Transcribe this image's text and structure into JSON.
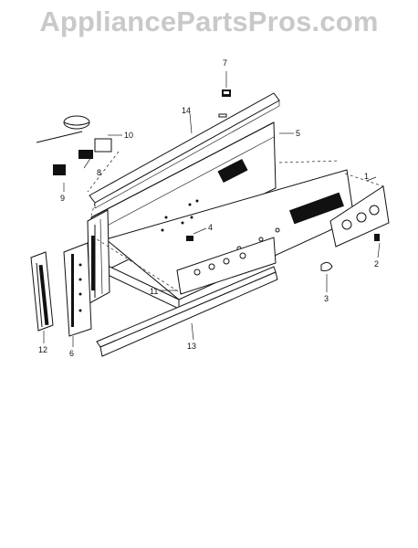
{
  "watermark": "AppliancePartsPros.com",
  "callouts": {
    "c1": "1",
    "c2": "2",
    "c3": "3",
    "c4": "4",
    "c5": "5",
    "c6": "6",
    "c7": "7",
    "c8": "8",
    "c9": "9",
    "c10": "10",
    "c11": "11",
    "c12": "12",
    "c13": "13",
    "c14": "14"
  },
  "colors": {
    "line": "#111111",
    "watermark": "#c9c9c9",
    "background": "#ffffff"
  }
}
